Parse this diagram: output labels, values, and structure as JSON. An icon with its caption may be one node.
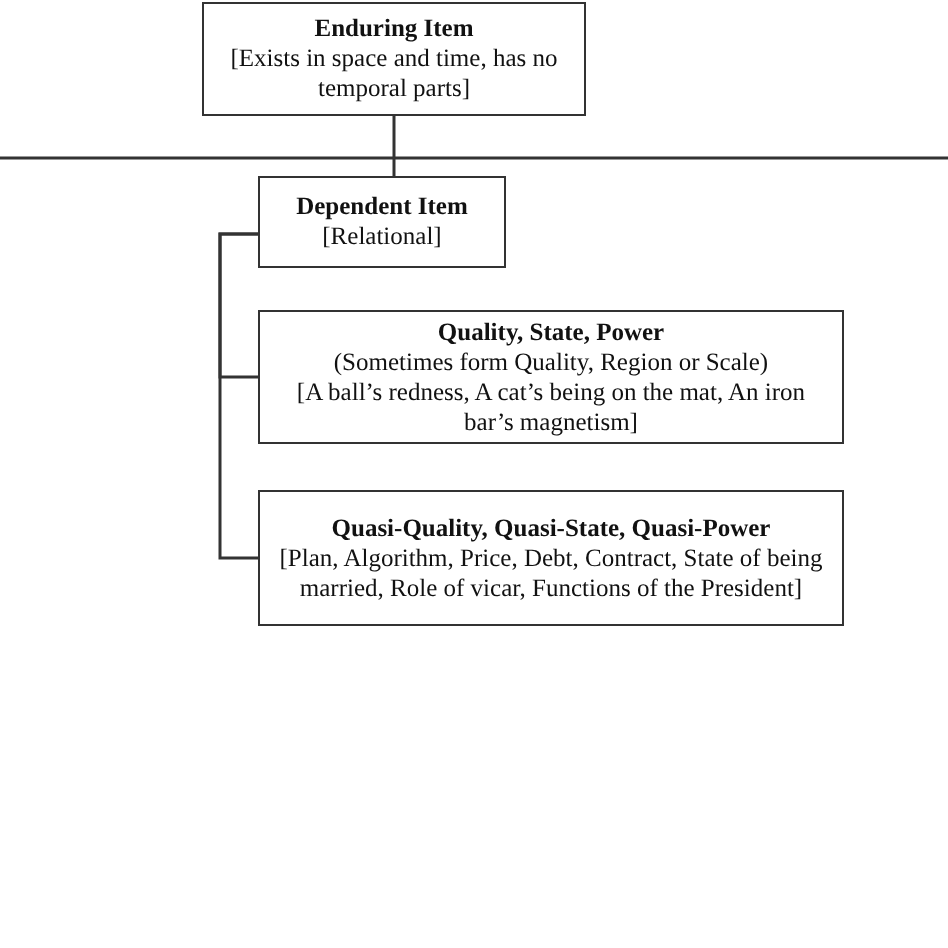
{
  "diagram": {
    "nodes": [
      {
        "text": [
          "Enduring Item",
          "[Exists in space and time, has no temporal parts]"
        ]
      },
      {
        "text": [
          "Dependent Item",
          "[Relational]"
        ]
      },
      {
        "text": [
          "Quality, State, Power",
          "(Sometimes form Quality, Region or Scale)",
          "[A ball’s redness, A cat’s being on the mat, An iron bar’s magnetism]"
        ]
      },
      {
        "text": [
          "Quasi-Quality, Quasi-State, Quasi-Power",
          "[Plan, Algorithm, Price, Debt, Contract, State of being married, Role of vicar, Functions of the President]"
        ]
      }
    ],
    "edges": [
      {
        "from": 0,
        "to": 1,
        "arrow": "none"
      },
      {
        "from": 1,
        "to": 2,
        "arrow": "none"
      },
      {
        "from": 1,
        "to": 3,
        "arrow": "none"
      }
    ]
  }
}
